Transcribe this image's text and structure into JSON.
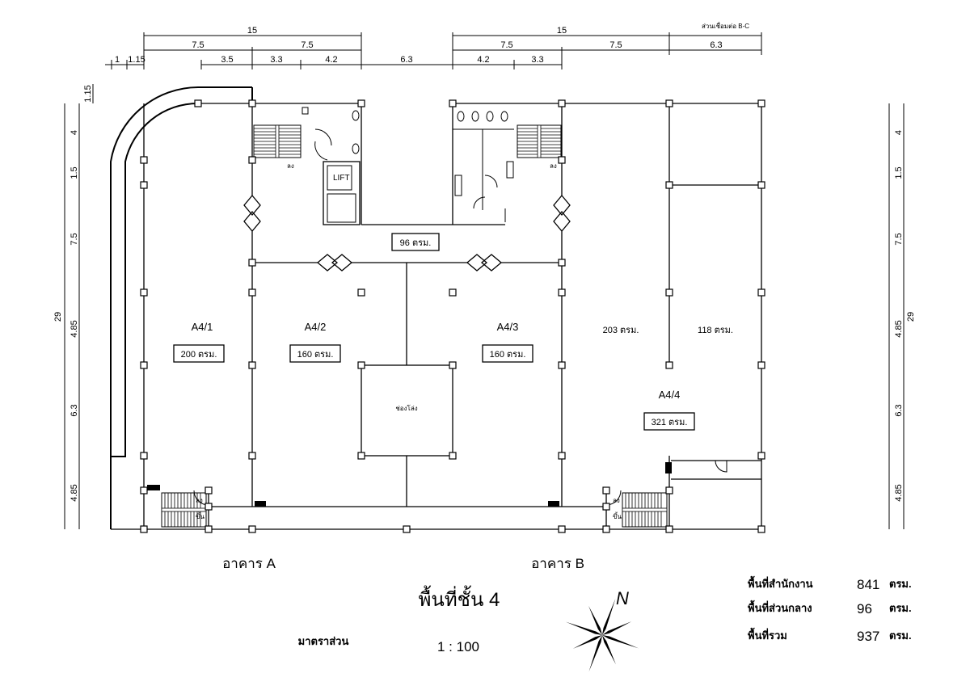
{
  "title": "พื้นที่ชั้น 4",
  "scale": {
    "label": "มาตราส่วน",
    "value": "1 : 100"
  },
  "buildings": {
    "a": "อาคาร A",
    "b": "อาคาร B"
  },
  "connector_label": "ส่วนเชื่อมต่อ B-C",
  "north_label": "N",
  "dimensions": {
    "top_total_a": "15",
    "top_total_b": "15",
    "top_half": [
      "7.5",
      "7.5",
      "7.5",
      "7.5",
      "6.3"
    ],
    "top_detail": [
      "1",
      "1.15",
      "3.5",
      "3.3",
      "4.2",
      "6.3",
      "4.2",
      "3.3"
    ],
    "side_total": "29",
    "side_detail": [
      "1.15",
      "4",
      "1.5",
      "7.5",
      "4.85",
      "6.3",
      "4.85"
    ]
  },
  "rooms": [
    {
      "name": "A4/1",
      "area": "200 ตรม."
    },
    {
      "name": "A4/2",
      "area": "160 ตรม."
    },
    {
      "name": "A4/3",
      "area": "160 ตรม."
    },
    {
      "name": "A4/4",
      "area": "321 ตรม."
    }
  ],
  "sub_areas": {
    "a44_left": "203 ตรม.",
    "a44_right": "118 ตรม.",
    "common": "96 ตรม."
  },
  "void_label": "ช่องโล่ง",
  "lift_label": "LIFT",
  "stair": {
    "down": "ลง",
    "up": "ขึ้น"
  },
  "summary": [
    {
      "label": "พื้นที่สำนักงาน",
      "value": "841",
      "unit": "ตรม."
    },
    {
      "label": "พื้นที่ส่วนกลาง",
      "value": "96",
      "unit": "ตรม."
    },
    {
      "label": "พื้นที่รวม",
      "value": "937",
      "unit": "ตรม."
    }
  ]
}
